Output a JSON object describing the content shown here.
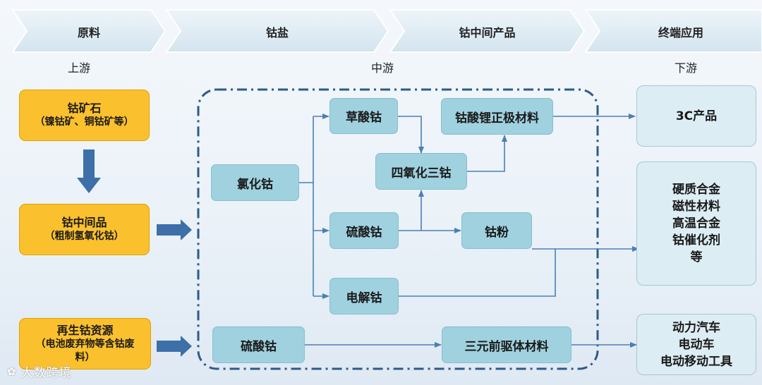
{
  "stages": [
    "原料",
    "钴盐",
    "钴中间产品",
    "终端应用"
  ],
  "tiers": {
    "upstream": "上游",
    "midstream": "中游",
    "downstream": "下游"
  },
  "raw": {
    "ore": {
      "title": "钴矿石",
      "sub": "（镍钴矿、铜钴矿等）"
    },
    "intermediate": {
      "title": "钴中间品",
      "sub": "（粗制氢氧化钴）"
    },
    "recycled": {
      "title": "再生钴资源",
      "sub": "（电池废弃物等含钴废料）"
    }
  },
  "salts": {
    "chloride": "氯化钴",
    "oxalate": "草酸钴",
    "sulfate_mid": "硫酸钴",
    "electrolytic": "电解钴",
    "sulfate_low": "硫酸钴"
  },
  "products": {
    "tetroxide": "四氧化三钴",
    "lco": "钴酸锂正极材料",
    "powder": "钴粉",
    "precursor": "三元前驱体材料"
  },
  "applications": {
    "c3": [
      "3C产品"
    ],
    "alloys": [
      "硬质合金",
      "磁性材料",
      "高温合金",
      "钴催化剂",
      "等"
    ],
    "ev": [
      "动力汽车",
      "电动车",
      "电动移动工具"
    ]
  },
  "watermark": "大数跨境",
  "colors": {
    "arrow": "#4a7fb5",
    "down_arrow": "#3d6fa8",
    "dashed_border": "#2e5a88"
  }
}
